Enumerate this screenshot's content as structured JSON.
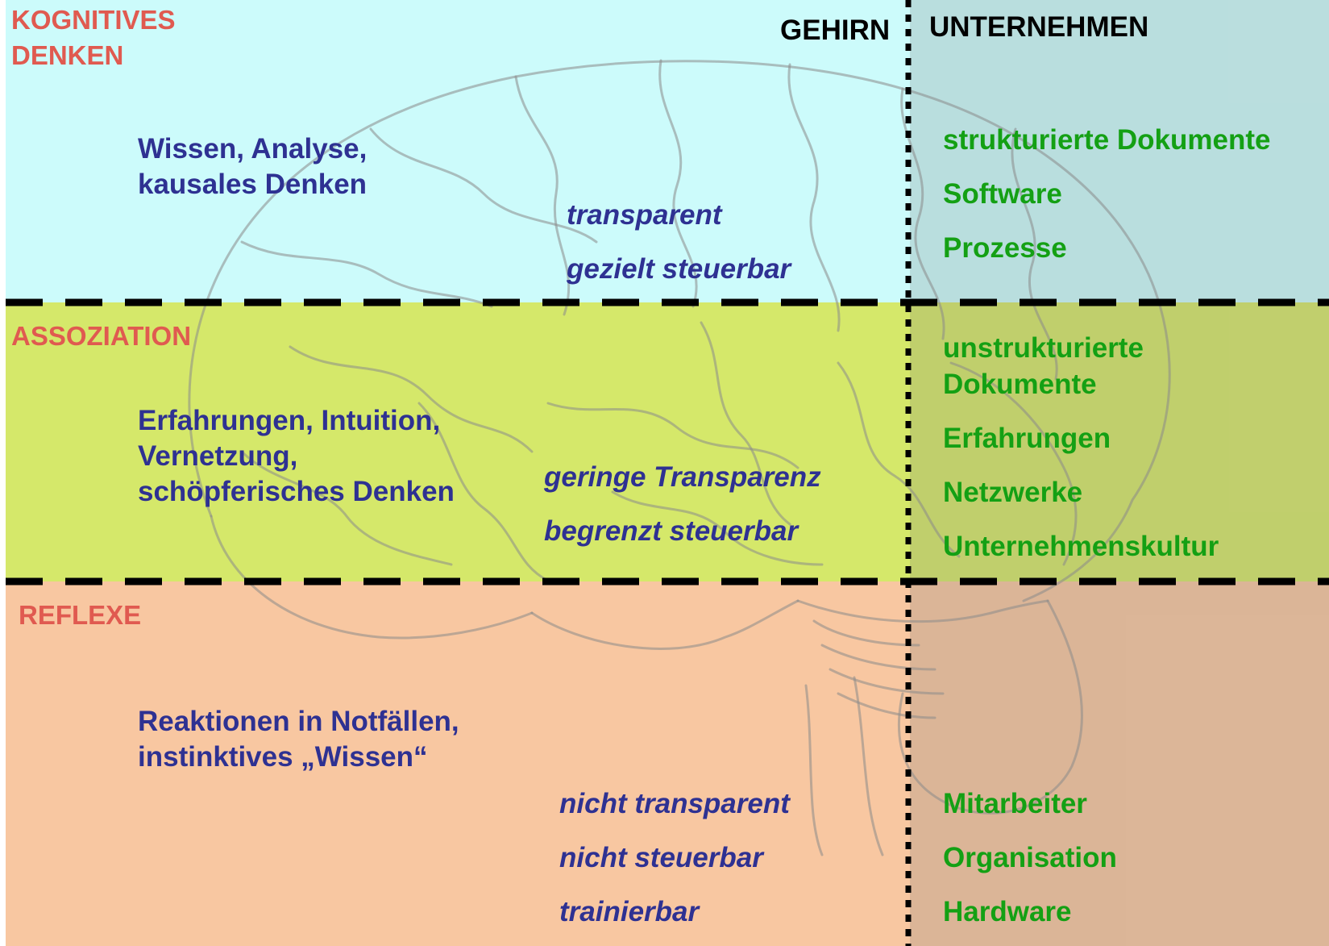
{
  "columns": {
    "brain": "GEHIRN",
    "company": "UNTERNEHMEN"
  },
  "colors": {
    "cognitive_band": "#ccfbfb",
    "association_band": "#d5e86a",
    "reflex_band": "#f8c7a1",
    "level_heading": "#e05a50",
    "brain_text": "#2e3192",
    "company_text": "#14a014"
  },
  "levels": [
    {
      "heading_lines": [
        "KOGNITIVES",
        "DENKEN"
      ],
      "brain_lines": [
        "Wissen, Analyse,",
        "kausales Denken"
      ],
      "control": [
        "transparent",
        "gezielt steuerbar"
      ],
      "company": [
        "strukturierte Dokumente",
        "Software",
        "Prozesse"
      ]
    },
    {
      "heading_lines": [
        "ASSOZIATION"
      ],
      "brain_lines": [
        "Erfahrungen, Intuition,",
        "Vernetzung,",
        "schöpferisches Denken"
      ],
      "control": [
        "geringe Transparenz",
        "begrenzt steuerbar"
      ],
      "company": [
        "unstrukturierte Dokumente",
        "Erfahrungen",
        "Netzwerke",
        "Unternehmenskultur"
      ]
    },
    {
      "heading_lines": [
        "REFLEXE"
      ],
      "brain_lines": [
        "Reaktionen in Notfällen,",
        "instinktives „Wissen“"
      ],
      "control": [
        "nicht transparent",
        "nicht steuerbar",
        "trainierbar"
      ],
      "company": [
        "Mitarbeiter",
        "Organisation",
        "Hardware"
      ]
    }
  ]
}
